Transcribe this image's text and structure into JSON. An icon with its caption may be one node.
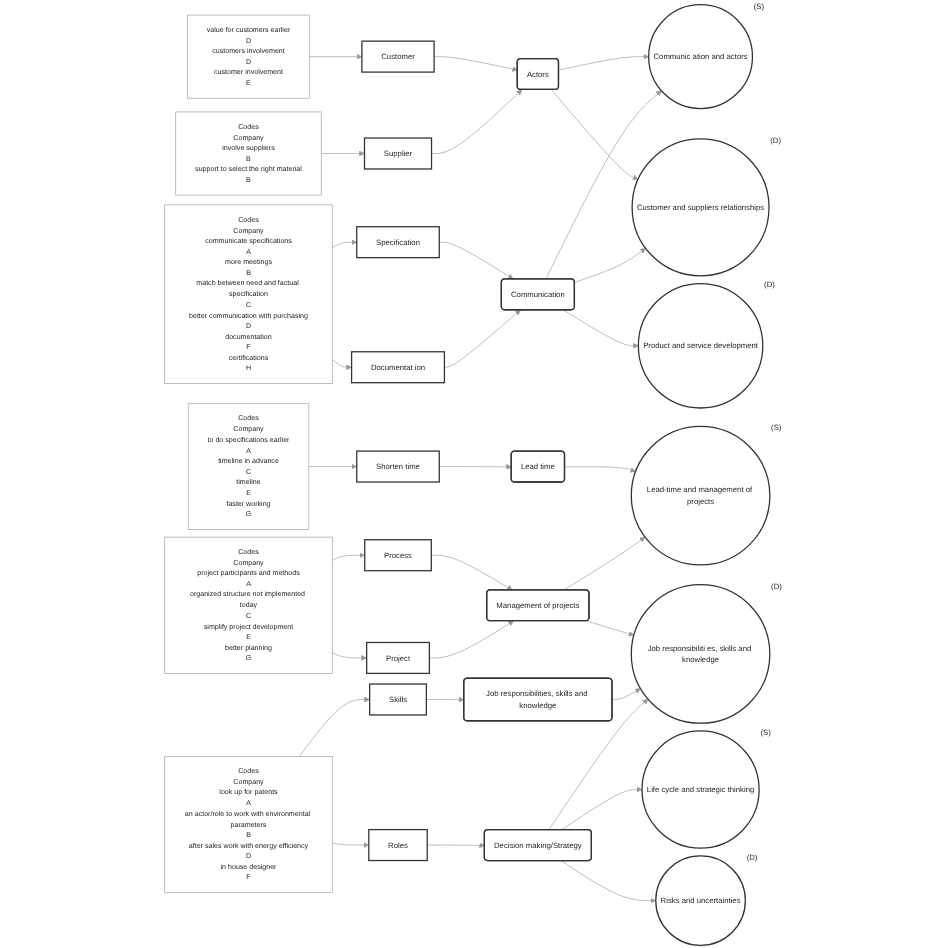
{
  "diagram": {
    "nodes": [
      {
        "text": [
          "value for customers earlier",
          "D",
          "customers involvement",
          "D",
          "customer involvement",
          "E"
        ]
      },
      {
        "text": [
          "Customer"
        ]
      },
      {
        "text": [
          "Codes",
          "Company",
          "involve suppliers",
          "B",
          "support to select the right material",
          "B"
        ]
      },
      {
        "text": [
          "Supplier"
        ]
      },
      {
        "text": [
          "Codes",
          "Company",
          "communicate specifications",
          "A",
          "more meetings",
          "B",
          "match between need and factual specification",
          "C",
          "better communication with purchasing",
          "D",
          "documentation",
          "F",
          "certifications",
          "H"
        ]
      },
      {
        "text": [
          "Specification"
        ]
      },
      {
        "text": [
          "Documentat ion"
        ]
      },
      {
        "text": [
          "Actors"
        ]
      },
      {
        "text": [
          "Communication"
        ]
      },
      {
        "text": [
          "Communic ation and actors"
        ],
        "beside": [
          "(S)"
        ]
      },
      {
        "text": [
          "Customer and suppliers relationships"
        ],
        "beside": [
          "(D)"
        ]
      },
      {
        "text": [
          "Product and service development"
        ],
        "beside": [
          "(D)"
        ]
      },
      {
        "text": [
          "Codes",
          "Company",
          "to do specifications earlier",
          "A",
          "timeline in advance",
          "C",
          "timeline",
          "E",
          "faster working",
          "G"
        ]
      },
      {
        "text": [
          "Shorten time"
        ]
      },
      {
        "text": [
          "Lead time"
        ]
      },
      {
        "text": [
          "Lead-time and management of projects"
        ],
        "beside": [
          "(S)"
        ]
      },
      {
        "text": [
          "Codes",
          "Company",
          "project participants and methods",
          "A",
          "organized structure not implemented today",
          "C",
          "simplify project development",
          "E",
          "better planning",
          "G"
        ]
      },
      {
        "text": [
          "Process"
        ]
      },
      {
        "text": [
          "Project"
        ]
      },
      {
        "text": [
          "Management of projects"
        ]
      },
      {
        "text": [
          "Job responsibiliti es, skills and knowledge"
        ],
        "beside": [
          "(D)"
        ]
      },
      {
        "text": [
          "Codes",
          "Company",
          "look up for patents",
          "A",
          "an actor/role to work with environmental parameters",
          "B",
          "after sales work with energy efficiency",
          "D",
          "in house designer",
          "F"
        ]
      },
      {
        "text": [
          "Skills"
        ]
      },
      {
        "text": [
          "Roles"
        ]
      },
      {
        "text": [
          "Job responsibilities, skills and knowledge"
        ]
      },
      {
        "text": [
          "Decision making/Strategy"
        ]
      },
      {
        "text": [
          "Life cycle and strategic thinking"
        ],
        "beside": [
          "(S)"
        ]
      },
      {
        "text": [
          "Risks and uncertainties"
        ],
        "beside": [
          "(D)"
        ]
      }
    ],
    "edges": [
      {
        "from": 0,
        "to": 1,
        "arrow": "to"
      },
      {
        "from": 2,
        "to": 3,
        "arrow": "to"
      },
      {
        "from": 4,
        "to": 5,
        "arrow": "to"
      },
      {
        "from": 4,
        "to": 6,
        "arrow": "to"
      },
      {
        "from": 1,
        "to": 7,
        "arrow": "to"
      },
      {
        "from": 3,
        "to": 7,
        "arrow": "to"
      },
      {
        "from": 5,
        "to": 8,
        "arrow": "to"
      },
      {
        "from": 6,
        "to": 8,
        "arrow": "to"
      },
      {
        "from": 7,
        "to": 9,
        "arrow": "to"
      },
      {
        "from": 7,
        "to": 10,
        "arrow": "to"
      },
      {
        "from": 8,
        "to": 9,
        "arrow": "to"
      },
      {
        "from": 8,
        "to": 10,
        "arrow": "to"
      },
      {
        "from": 8,
        "to": 11,
        "arrow": "to"
      },
      {
        "from": 12,
        "to": 13,
        "arrow": "to"
      },
      {
        "from": 13,
        "to": 14,
        "arrow": "to"
      },
      {
        "from": 14,
        "to": 15,
        "arrow": "to"
      },
      {
        "from": 16,
        "to": 17,
        "arrow": "to"
      },
      {
        "from": 16,
        "to": 18,
        "arrow": "to"
      },
      {
        "from": 17,
        "to": 19,
        "arrow": "to"
      },
      {
        "from": 18,
        "to": 19,
        "arrow": "to"
      },
      {
        "from": 19,
        "to": 15,
        "arrow": "to"
      },
      {
        "from": 19,
        "to": 20,
        "arrow": "to"
      },
      {
        "from": 21,
        "to": 22,
        "arrow": "to"
      },
      {
        "from": 21,
        "to": 23,
        "arrow": "to"
      },
      {
        "from": 22,
        "to": 24,
        "arrow": "to"
      },
      {
        "from": 23,
        "to": 25,
        "arrow": "to"
      },
      {
        "from": 24,
        "to": 20,
        "arrow": "to"
      },
      {
        "from": 25,
        "to": 20,
        "arrow": "to"
      },
      {
        "from": 25,
        "to": 26,
        "arrow": "to"
      },
      {
        "from": 25,
        "to": 27,
        "arrow": "to"
      }
    ]
  }
}
